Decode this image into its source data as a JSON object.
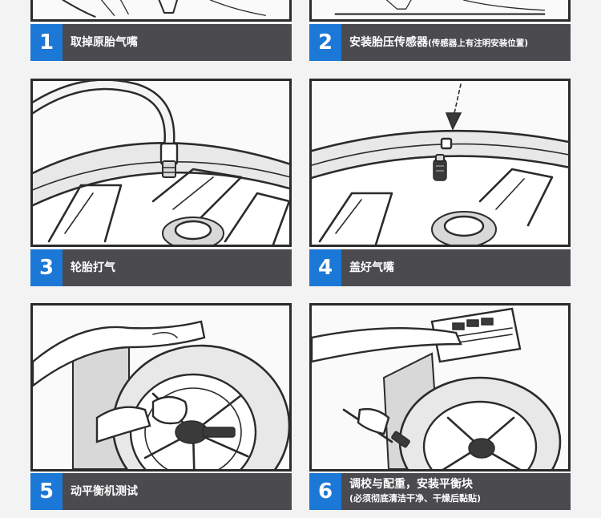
{
  "steps": [
    {
      "number": "1",
      "title": "取掉原胎气嘴",
      "note": ""
    },
    {
      "number": "2",
      "title": "安装胎压传感器",
      "note": "(传感器上有注明安装位置)"
    },
    {
      "number": "3",
      "title": "轮胎打气",
      "note": ""
    },
    {
      "number": "4",
      "title": "盖好气嘴",
      "note": ""
    },
    {
      "number": "5",
      "title": "动平衡机测试",
      "note": ""
    },
    {
      "number": "6",
      "title": "调校与配重，安装平衡块",
      "note": "(必须彻底清洁干净、干燥后黏贴)"
    }
  ],
  "colors": {
    "number_badge": "#1b78d6",
    "caption_bar": "#4a4a4f",
    "caption_text": "#ffffff",
    "line_art": "#2b2b2b",
    "background": "#f3f3f3"
  },
  "icons": {
    "step1": "valve-removal-illustration",
    "step2": "sensor-install-illustration",
    "step3": "tire-inflation-illustration",
    "step4": "valve-cap-illustration",
    "step5": "balancing-machine-illustration",
    "step6": "balance-weight-illustration"
  }
}
